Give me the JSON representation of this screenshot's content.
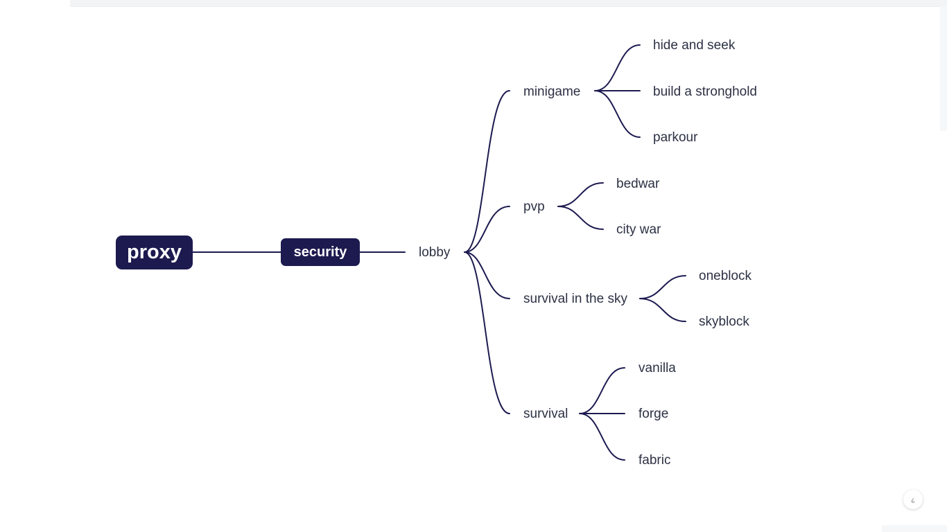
{
  "mindmap": {
    "root": {
      "label": "proxy"
    },
    "main_topic": {
      "label": "security"
    },
    "hub": {
      "label": "lobby"
    },
    "branches": [
      {
        "label": "minigame",
        "children": [
          "hide and seek",
          "build a stronghold",
          "parkour"
        ]
      },
      {
        "label": "pvp",
        "children": [
          "bedwar",
          "city war"
        ]
      },
      {
        "label": "survival in the sky",
        "children": [
          "oneblock",
          "skyblock"
        ]
      },
      {
        "label": "survival",
        "children": [
          "vanilla",
          "forge",
          "fabric"
        ]
      }
    ]
  },
  "help_button": {
    "label": "¿"
  },
  "colors": {
    "node_fill": "#1c1a4f",
    "edge": "#1c1a4f",
    "text": "#2c3144",
    "panel": "#f3f4f6"
  }
}
